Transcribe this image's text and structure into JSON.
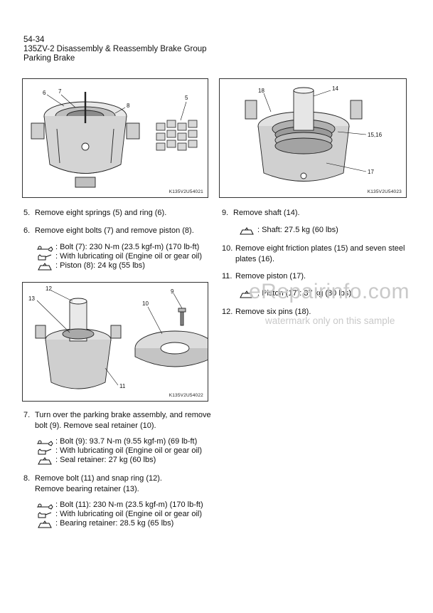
{
  "header": {
    "page_number": "54-34",
    "title": "135ZV-2 Disassembly & Reassembly Brake Group",
    "section": "Parking Brake"
  },
  "figures": {
    "fig1": {
      "code": "K135V2U54021",
      "callouts": [
        "6",
        "7",
        "8",
        "5"
      ]
    },
    "fig2": {
      "code": "K135V2U54023",
      "callouts": [
        "18",
        "14",
        "15,16",
        "17"
      ]
    },
    "fig3": {
      "code": "K135V2U54022",
      "callouts": [
        "12",
        "13",
        "9",
        "10",
        "11"
      ]
    }
  },
  "left_steps": [
    {
      "num": "5.",
      "text": "Remove eight springs (5) and ring (6)."
    },
    {
      "num": "6.",
      "text": "Remove eight bolts (7) and remove piston (8)."
    }
  ],
  "specs_6": [
    {
      "icon": "torque-wrench-icon",
      "text": ": Bolt (7): 230 N-m (23.5 kgf-m) (170 lb-ft)"
    },
    {
      "icon": "oil-can-icon",
      "text": ": With lubricating oil (Engine oil or gear oil)"
    },
    {
      "icon": "weight-icon",
      "text": ": Piston (8): 24 kg (55 lbs)"
    }
  ],
  "right_steps": [
    {
      "num": "9.",
      "text": "Remove shaft (14)."
    },
    {
      "num": "10.",
      "text_line1": "Remove eight friction plates (15) and seven steel",
      "text_line2": "plates (16)."
    },
    {
      "num": "11.",
      "text": "Remove piston (17)."
    },
    {
      "num": "12.",
      "text": "Remove six pins (18)."
    }
  ],
  "spec_9": {
    "icon": "weight-icon",
    "text": ": Shaft: 27.5 kg (60 lbs)"
  },
  "spec_11": {
    "icon": "weight-icon",
    "text": ": Piston (17): 37 kg (80 lbs)"
  },
  "step7": {
    "num": "7.",
    "line1": "Turn over the parking brake assembly, and remove",
    "line2": "bolt (9). Remove seal retainer (10)."
  },
  "specs_7": [
    {
      "icon": "torque-wrench-icon",
      "text": ": Bolt (9): 93.7 N-m (9.55 kgf-m) (69 lb-ft)"
    },
    {
      "icon": "oil-can-icon",
      "text": ": With lubricating oil (Engine oil or gear oil)"
    },
    {
      "icon": "weight-icon",
      "text": ": Seal retainer: 27 kg (60 lbs)"
    }
  ],
  "step8": {
    "num": "8.",
    "line1": "Remove bolt (11) and snap ring (12).",
    "line2": "Remove bearing retainer (13)."
  },
  "specs_8": [
    {
      "icon": "torque-wrench-icon",
      "text": ": Bolt (11): 230 N-m (23.5 kgf-m) (170 lb-ft)"
    },
    {
      "icon": "oil-can-icon",
      "text": ": With lubricating oil (Engine oil or gear oil)"
    },
    {
      "icon": "weight-icon",
      "text": ": Bearing retainer: 28.5 kg (65 lbs)"
    }
  ],
  "watermark": {
    "brand": "eRepairinfo.com",
    "note": "watermark only on this sample"
  }
}
